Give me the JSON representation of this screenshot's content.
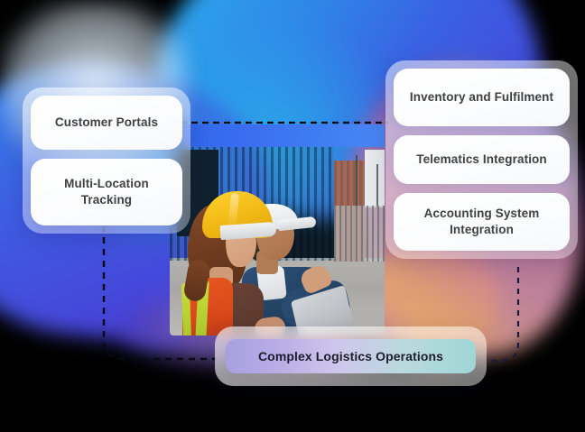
{
  "background": {
    "base_color": "#000000",
    "blobs": [
      {
        "name": "top-cyan-blue",
        "colors": [
          "#2bb2ec",
          "#2f86e8",
          "#4b40d8"
        ]
      },
      {
        "name": "left-indigo",
        "colors": [
          "#2f8ae9",
          "#4a36d2"
        ]
      },
      {
        "name": "right-mauve",
        "colors": [
          "#4a6fe0",
          "#b5739b",
          "#d79a72"
        ]
      },
      {
        "name": "bottom-orange",
        "colors": [
          "#c9799a",
          "#eeae6a"
        ]
      }
    ]
  },
  "left_panel": {
    "cards": [
      {
        "label": "Customer  Portals"
      },
      {
        "label": "Multi-Location Tracking"
      }
    ]
  },
  "right_panel": {
    "cards": [
      {
        "label": "Inventory and Fulfilment"
      },
      {
        "label": "Telematics Integration"
      },
      {
        "label": "Accounting System Integration"
      }
    ]
  },
  "bottom_panel": {
    "chip_label": "Complex Logistics Operations",
    "chip_gradient": [
      "#a89fe0",
      "#cfc6ec",
      "#9fd6d6"
    ]
  },
  "photo": {
    "alt": "Two logistics workers at a shipping container yard reviewing a laptop",
    "subjects": [
      {
        "name": "worker-with-hard-hat",
        "detail": "woman in yellow hard hat and orange safety vest"
      },
      {
        "name": "manager-with-laptop",
        "detail": "man in blue suit and white cap holding a laptop"
      }
    ]
  },
  "connectors": [
    {
      "name": "top-horizontal-dashed",
      "from": "left-panel",
      "to": "right-panel"
    },
    {
      "name": "left-vertical-dashed",
      "from": "left-panel",
      "to": "bottom-panel"
    },
    {
      "name": "right-vertical-dashed",
      "from": "right-panel",
      "to": "bottom-panel"
    }
  ]
}
